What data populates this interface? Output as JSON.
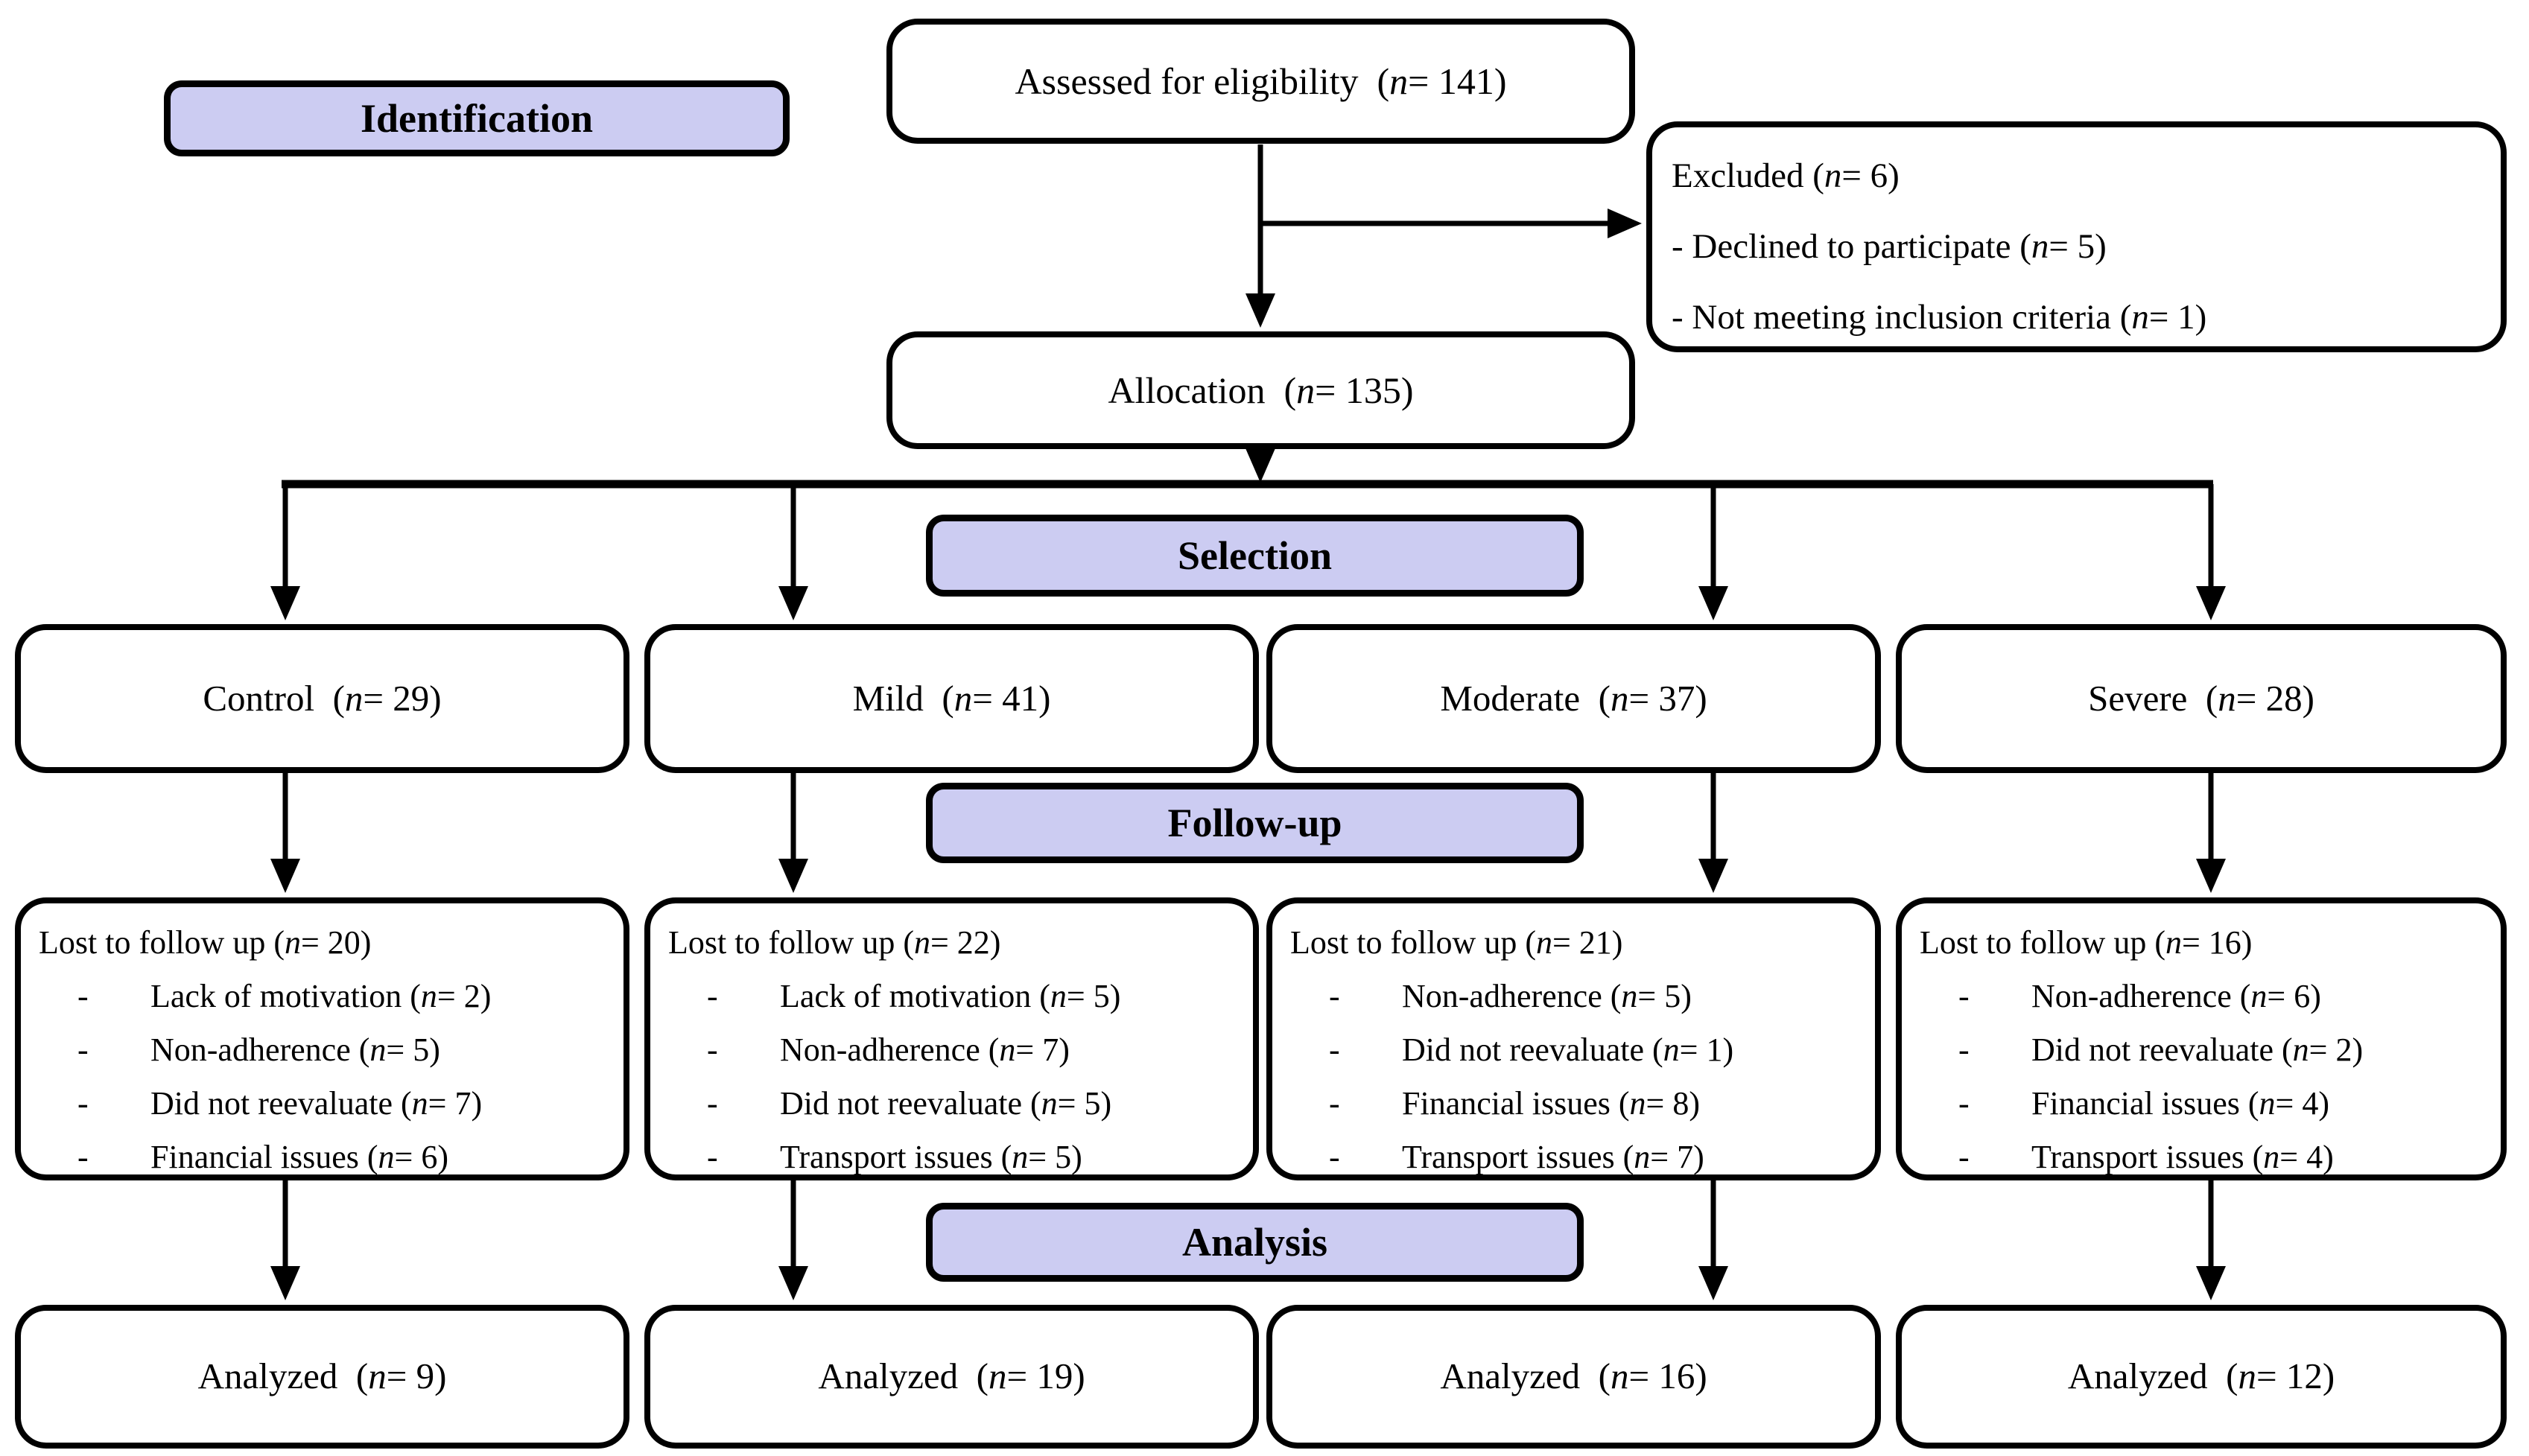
{
  "palette": {
    "stage_fill": "#CCCCF2",
    "box_fill": "#FFFFFF",
    "line_color": "#000000"
  },
  "n_format": {
    "pre": "(",
    "var": "n",
    "eq": "= ",
    "post": ")"
  },
  "bullet": "-",
  "stage_labels": {
    "identification": "Identification",
    "selection": "Selection",
    "followup": "Follow-up",
    "analysis": "Analysis"
  },
  "assessed": {
    "label": "Assessed for eligibility",
    "n": "141"
  },
  "excluded": {
    "label": "Excluded",
    "n": "6",
    "reasons": [
      {
        "label": "Declined to participate",
        "n": "5"
      },
      {
        "label": "Not meeting inclusion criteria",
        "n": "1"
      }
    ]
  },
  "allocation": {
    "label": "Allocation",
    "n": "135"
  },
  "groups": [
    {
      "label": "Control",
      "n": "29",
      "lost": {
        "label": "Lost to follow up",
        "n": "20",
        "reasons": [
          {
            "label": "Lack of motivation",
            "n": "2"
          },
          {
            "label": "Non-adherence",
            "n": "5"
          },
          {
            "label": "Did not reevaluate",
            "n": "7"
          },
          {
            "label": "Financial issues",
            "n": "6"
          }
        ]
      },
      "analyzed": {
        "label": "Analyzed",
        "n": "9"
      }
    },
    {
      "label": "Mild",
      "n": "41",
      "lost": {
        "label": "Lost to follow up",
        "n": "22",
        "reasons": [
          {
            "label": "Lack of motivation",
            "n": "5"
          },
          {
            "label": "Non-adherence",
            "n": "7"
          },
          {
            "label": "Did not reevaluate",
            "n": "5"
          },
          {
            "label": "Transport issues",
            "n": "5"
          }
        ]
      },
      "analyzed": {
        "label": "Analyzed",
        "n": "19"
      }
    },
    {
      "label": "Moderate",
      "n": "37",
      "lost": {
        "label": "Lost to follow up",
        "n": "21",
        "reasons": [
          {
            "label": "Non-adherence",
            "n": "5"
          },
          {
            "label": "Did not reevaluate",
            "n": "1"
          },
          {
            "label": "Financial issues",
            "n": "8"
          },
          {
            "label": "Transport issues",
            "n": "7"
          }
        ]
      },
      "analyzed": {
        "label": "Analyzed",
        "n": "16"
      }
    },
    {
      "label": "Severe",
      "n": "28",
      "lost": {
        "label": "Lost to follow up",
        "n": "16",
        "reasons": [
          {
            "label": "Non-adherence",
            "n": "6"
          },
          {
            "label": "Did not reevaluate",
            "n": "2"
          },
          {
            "label": "Financial issues",
            "n": "4"
          },
          {
            "label": "Transport issues",
            "n": "4"
          }
        ]
      },
      "analyzed": {
        "label": "Analyzed",
        "n": "12"
      }
    }
  ]
}
